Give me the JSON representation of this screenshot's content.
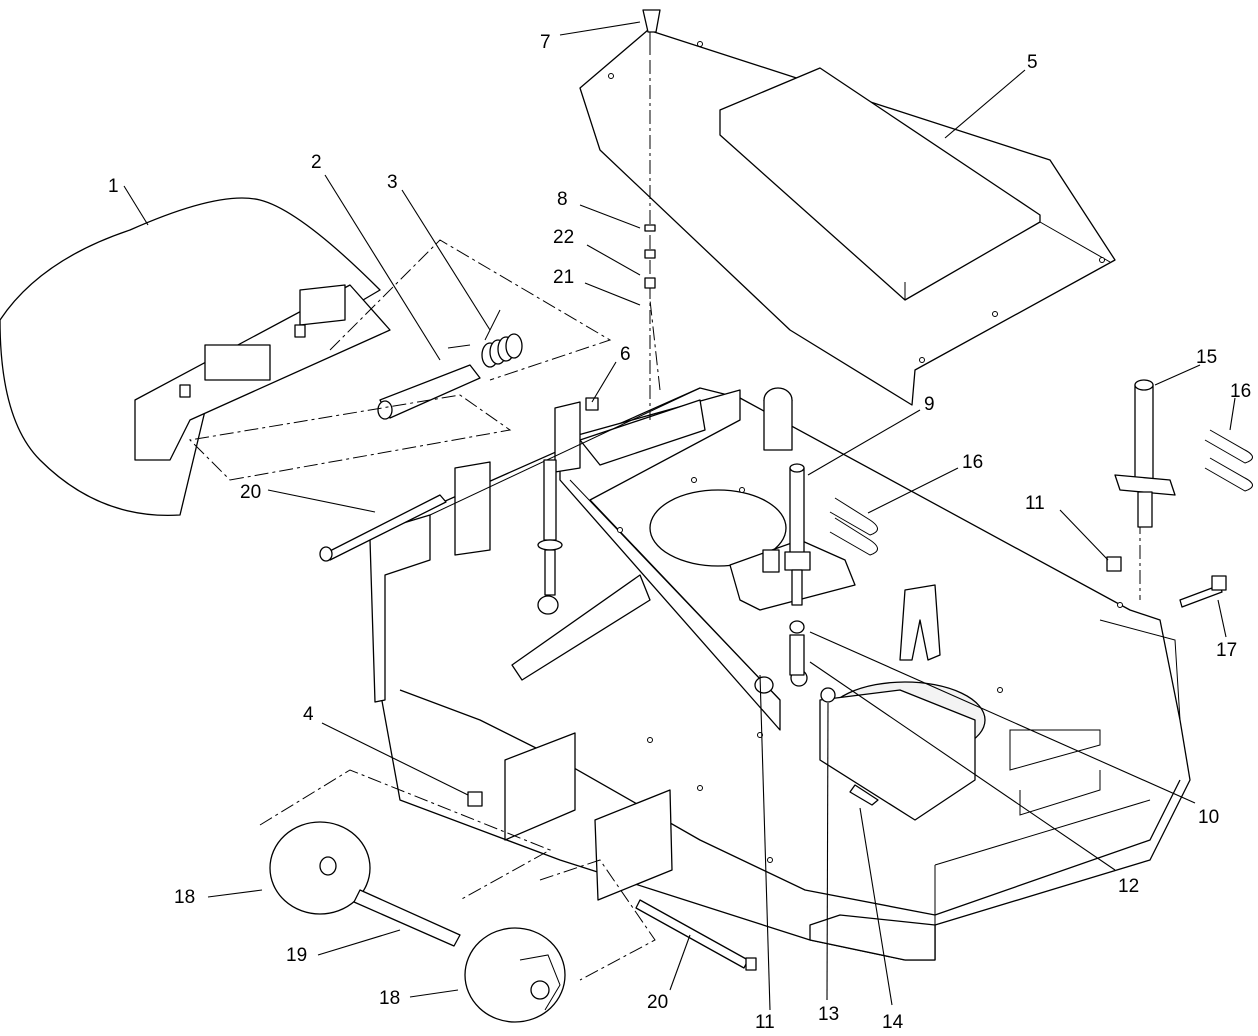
{
  "diagram": {
    "callouts": [
      {
        "id": "c1",
        "label": "1"
      },
      {
        "id": "c2",
        "label": "2"
      },
      {
        "id": "c3",
        "label": "3"
      },
      {
        "id": "c4",
        "label": "4"
      },
      {
        "id": "c5",
        "label": "5"
      },
      {
        "id": "c6",
        "label": "6"
      },
      {
        "id": "c7",
        "label": "7"
      },
      {
        "id": "c8",
        "label": "8"
      },
      {
        "id": "c22",
        "label": "22"
      },
      {
        "id": "c21",
        "label": "21"
      },
      {
        "id": "c9",
        "label": "9"
      },
      {
        "id": "c16a",
        "label": "16"
      },
      {
        "id": "c15",
        "label": "15"
      },
      {
        "id": "c16b",
        "label": "16"
      },
      {
        "id": "c11a",
        "label": "11"
      },
      {
        "id": "c17",
        "label": "17"
      },
      {
        "id": "c20a",
        "label": "20"
      },
      {
        "id": "c10",
        "label": "10"
      },
      {
        "id": "c12",
        "label": "12"
      },
      {
        "id": "c18a",
        "label": "18"
      },
      {
        "id": "c19",
        "label": "19"
      },
      {
        "id": "c18b",
        "label": "18"
      },
      {
        "id": "c20b",
        "label": "20"
      },
      {
        "id": "c11b",
        "label": "11"
      },
      {
        "id": "c13",
        "label": "13"
      },
      {
        "id": "c14",
        "label": "14"
      }
    ]
  }
}
